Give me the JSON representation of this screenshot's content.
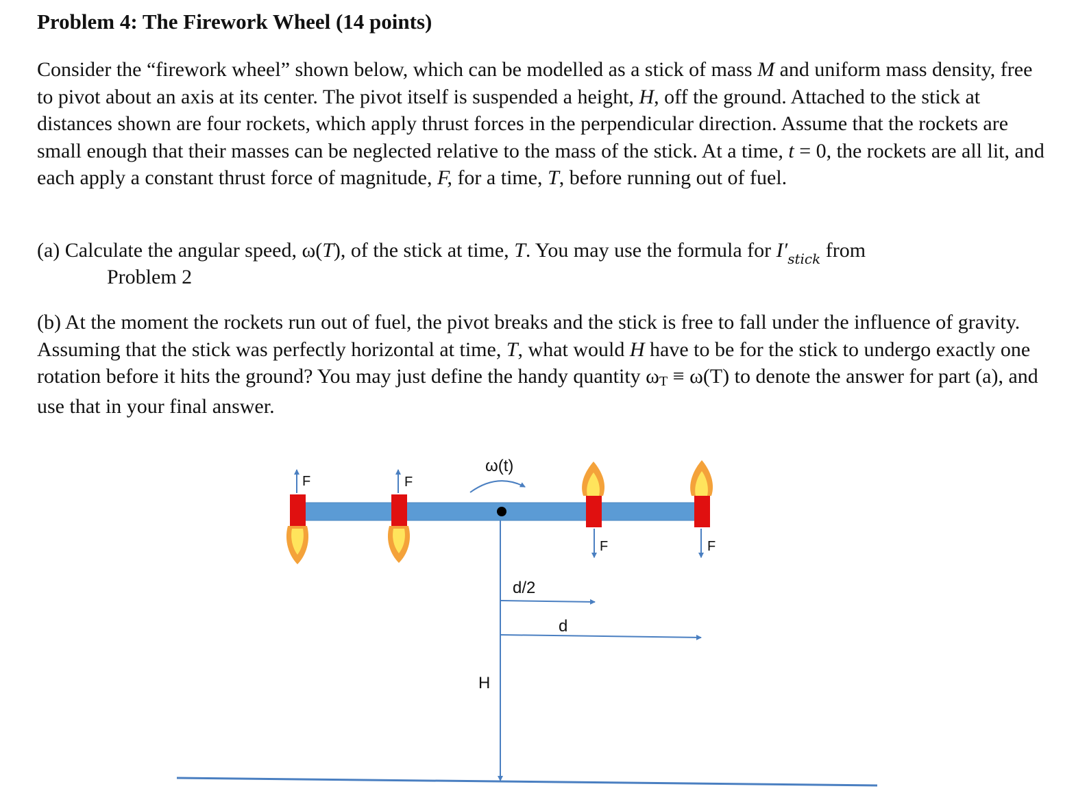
{
  "problem": {
    "title": "Problem 4: The Firework Wheel (14 points)",
    "intro": {
      "p1": "Consider the “firework wheel” shown below, which can be modelled as a stick of mass ",
      "M": "M",
      "p2": " and uniform mass density, free to pivot about an axis at its center. The pivot itself is suspended a height, ",
      "H": "H",
      "p3": ", off the ground. Attached to the stick at distances shown are four rockets, which apply thrust forces in the perpendicular direction. Assume that the rockets are small enough that their masses can be neglected relative to the mass of the stick. At a time, ",
      "t": "t",
      "p4": " = 0, the rockets are all lit, and each apply a constant thrust force of magnitude, ",
      "F": "F,",
      "p5": " for a time, ",
      "T": "T",
      "p6": ", before running out of fuel."
    },
    "part_a": {
      "p1": "(a) Calculate the angular speed, ω(",
      "T1": "T",
      "p2": "), of the stick at time, ",
      "T2": "T",
      "p3": ". You may use the formula for ",
      "I": "I′",
      "I_sub": "stick",
      "p4": " from",
      "p5": "Problem 2"
    },
    "part_b": {
      "p1": "(b) At the moment the rockets run out of fuel, the pivot breaks and the stick is free to fall under the influence of gravity. Assuming that the stick was perfectly horizontal at time, ",
      "T": "T",
      "p2": ", what would ",
      "H": "H",
      "p3": " have to be for the stick to undergo exactly one rotation before it hits the ground? You may just define the handy quantity ω",
      "sub": "T",
      "p4": " ≡ ω(T) to denote the answer for part (a), and use that in your final answer."
    }
  },
  "diagram": {
    "omega_label": "ω(t)",
    "force_label": "F",
    "half_distance_label": "d/2",
    "distance_label": "d",
    "height_label": "H",
    "colors": {
      "stick": "#5b9bd5",
      "rocket_body": "#e01010",
      "flame_outer": "#f4a23a",
      "flame_inner": "#ffe45c",
      "arrow": "#4a7fc1",
      "ground": "#4a7fc1",
      "pivot": "#000000"
    }
  }
}
